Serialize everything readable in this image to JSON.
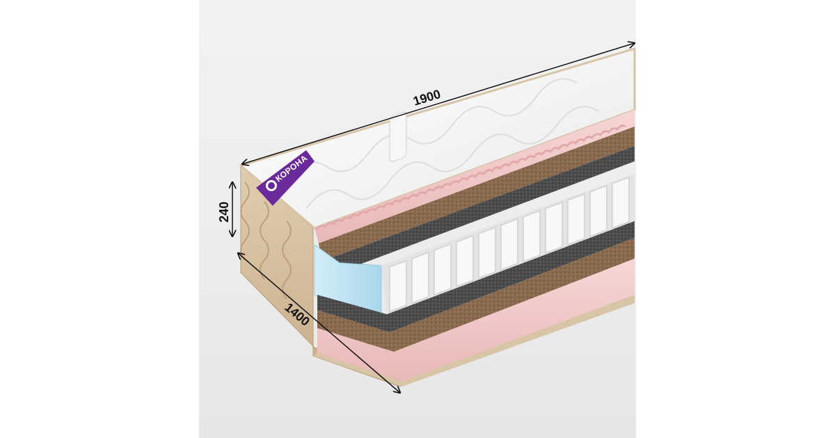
{
  "product": {
    "brand_label": "КОРОНА",
    "colors": {
      "background": "#ececec",
      "quilted_top": "#f7f7f7",
      "jacquard_side": "#d8c4a6",
      "pink_foam": "#f2c9c9",
      "coconut_coir": "#8a6b4f",
      "felt": "#4a4a4a",
      "blue_foam": "#bfe3f2",
      "springs": "#f2f2f2",
      "brand_ribbon": "#6b2a9a"
    }
  },
  "dimensions": {
    "length": "1900",
    "width": "1400",
    "height": "240"
  }
}
